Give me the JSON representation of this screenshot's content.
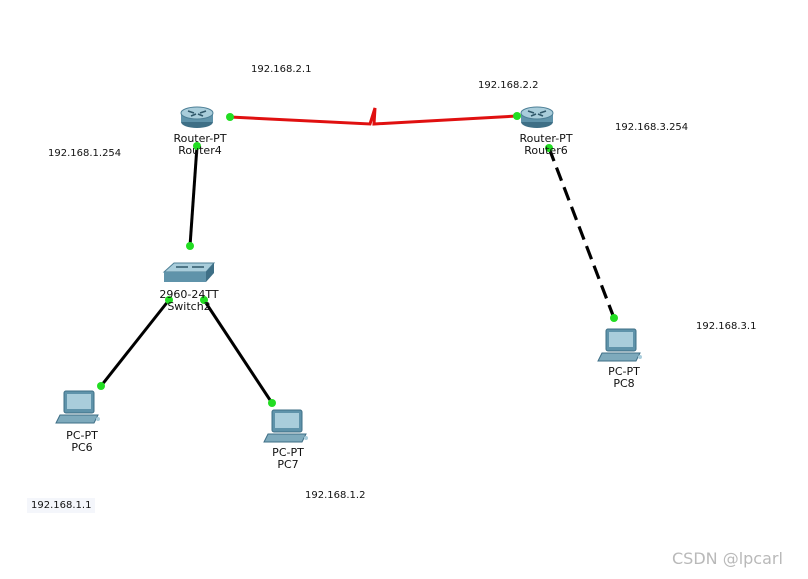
{
  "devices": {
    "router4": {
      "model": "Router-PT",
      "name": "Router4"
    },
    "router6": {
      "model": "Router-PT",
      "name": "Router6"
    },
    "switch2": {
      "model": "2960-24TT",
      "name": "Switch2"
    },
    "pc6": {
      "model": "PC-PT",
      "name": "PC6"
    },
    "pc7": {
      "model": "PC-PT",
      "name": "PC7"
    },
    "pc8": {
      "model": "PC-PT",
      "name": "PC8"
    }
  },
  "ip_labels": {
    "r4_serial": "192.168.2.1",
    "r6_serial": "192.168.2.2",
    "r4_lan": "192.168.1.254",
    "r6_lan": "192.168.3.254",
    "pc6": "192.168.1.1",
    "pc7": "192.168.1.2",
    "pc8": "192.168.3.1"
  },
  "links": [
    {
      "from": "router4",
      "to": "router6",
      "type": "serial",
      "color": "#e01010"
    },
    {
      "from": "router4",
      "to": "switch2",
      "type": "copper-straight",
      "color": "#000000"
    },
    {
      "from": "switch2",
      "to": "pc6",
      "type": "copper-straight",
      "color": "#000000"
    },
    {
      "from": "switch2",
      "to": "pc7",
      "type": "copper-straight",
      "color": "#000000"
    },
    {
      "from": "router6",
      "to": "pc8",
      "type": "copper-cross",
      "color": "#000000"
    }
  ],
  "status_color": "#22dd22",
  "watermark": "CSDN @lpcarl"
}
